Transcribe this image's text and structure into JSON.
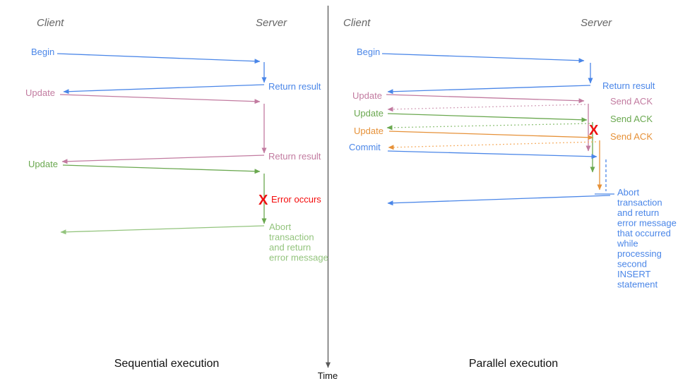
{
  "time_axis": {
    "label": "Time"
  },
  "sequential": {
    "title": "Sequential execution",
    "client_header": "Client",
    "server_header": "Server",
    "begin_label": "Begin",
    "return_result_1": "Return result",
    "update_1_label": "Update",
    "return_result_2": "Return result",
    "update_2_label": "Update",
    "error_mark": "X",
    "error_label": "Error occurs",
    "abort_lines": [
      "Abort",
      "transaction",
      "and return",
      "error message"
    ]
  },
  "parallel": {
    "title": "Parallel execution",
    "client_header": "Client",
    "server_header": "Server",
    "begin_label": "Begin",
    "return_result_1": "Return result",
    "update_1_label": "Update",
    "ack_1": "Send ACK",
    "update_2_label": "Update",
    "ack_2": "Send ACK",
    "update_3_label": "Update",
    "ack_3": "Send ACK",
    "error_mark": "X",
    "commit_label": "Commit",
    "abort_lines": [
      "Abort",
      "transaction",
      "and return",
      "error message",
      "that occurred",
      "while",
      "processing",
      "second",
      "INSERT",
      "statement"
    ]
  },
  "colors": {
    "blue": "#4a86e8",
    "pink": "#c27ba0",
    "pink_light": "#d5a6bd",
    "green": "#6aa84f",
    "green_light": "#93c47d",
    "orange": "#e69138",
    "orange_light": "#f6b26b",
    "red": "#f40b0b",
    "axis_gray": "#595959"
  }
}
